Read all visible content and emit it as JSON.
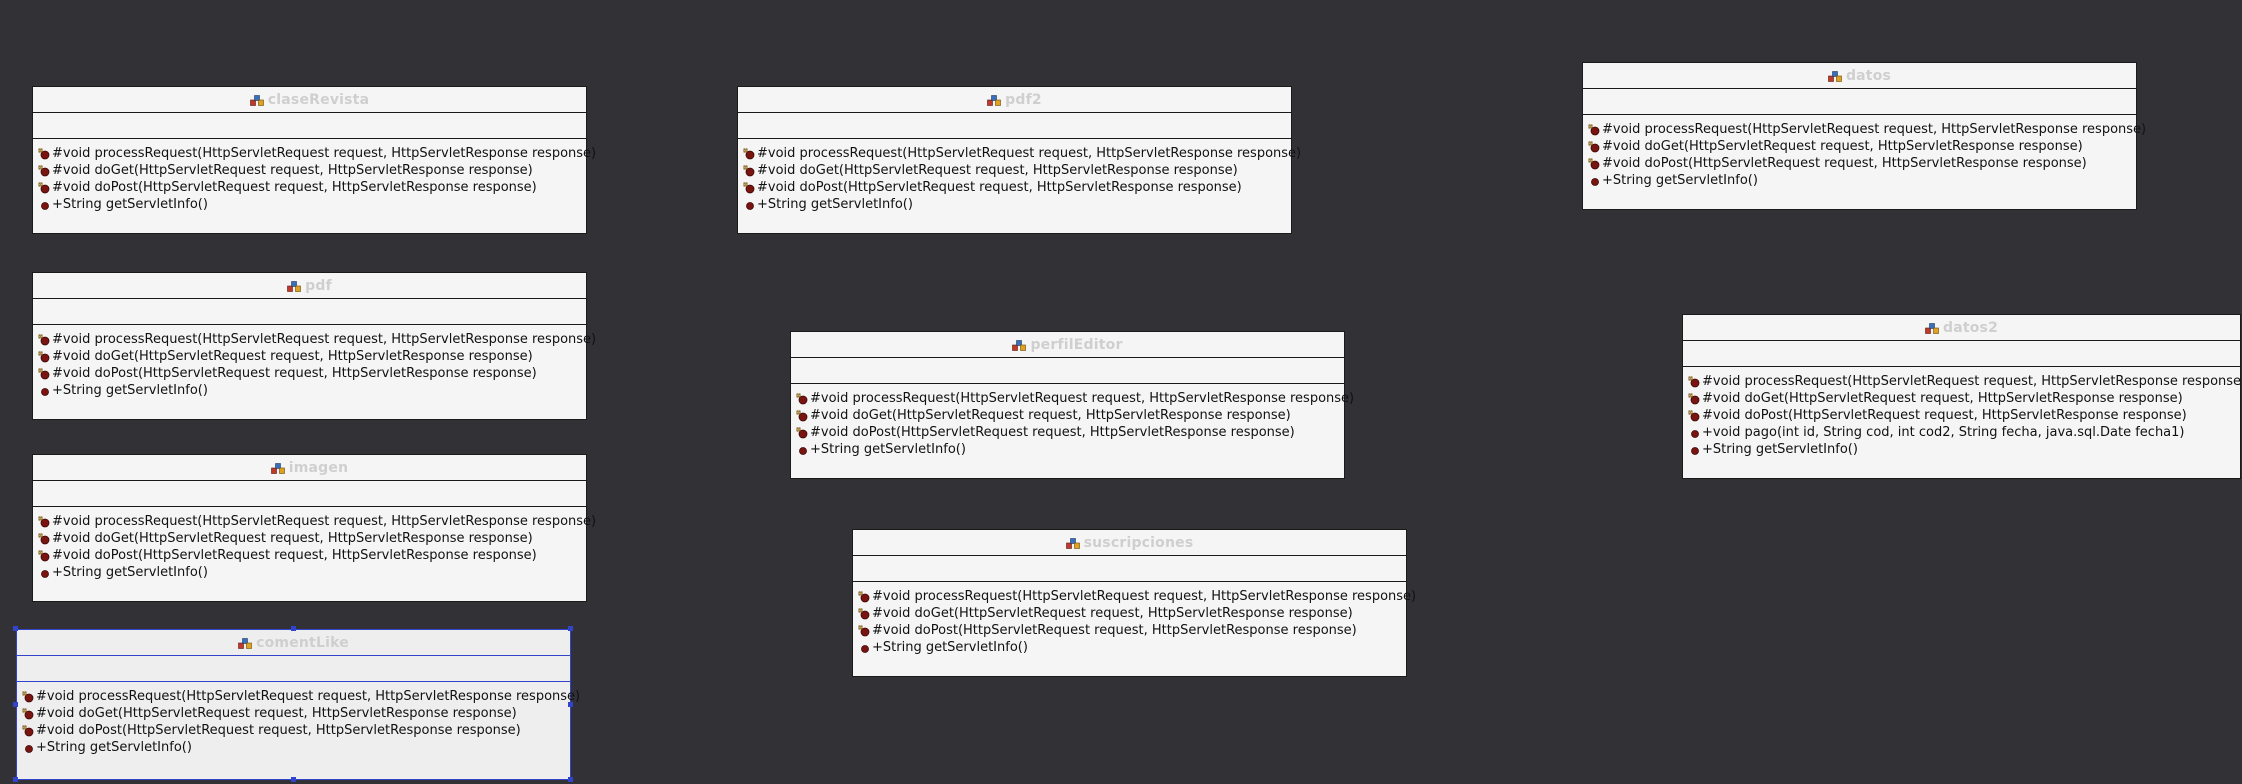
{
  "colors": {
    "canvas": "#323136",
    "box": "#f5f5f5",
    "selection": "#3344cc",
    "method_dot": "#7a1410"
  },
  "icons": {
    "class": "class-icon",
    "protected_method": "protected-method-icon",
    "public_method": "public-method-icon"
  },
  "classes": [
    {
      "name": "claseRevista",
      "operations": [
        {
          "text": "#void processRequest(HttpServletRequest request, HttpServletResponse response)",
          "visibility": "protected"
        },
        {
          "text": "#void doGet(HttpServletRequest request, HttpServletResponse response)",
          "visibility": "protected"
        },
        {
          "text": "#void doPost(HttpServletRequest request, HttpServletResponse response)",
          "visibility": "protected"
        },
        {
          "text": "+String getServletInfo()",
          "visibility": "public"
        }
      ]
    },
    {
      "name": "pdf",
      "operations": [
        {
          "text": "#void processRequest(HttpServletRequest request, HttpServletResponse response)",
          "visibility": "protected"
        },
        {
          "text": "#void doGet(HttpServletRequest request, HttpServletResponse response)",
          "visibility": "protected"
        },
        {
          "text": "#void doPost(HttpServletRequest request, HttpServletResponse response)",
          "visibility": "protected"
        },
        {
          "text": "+String getServletInfo()",
          "visibility": "public"
        }
      ]
    },
    {
      "name": "imagen",
      "operations": [
        {
          "text": "#void processRequest(HttpServletRequest request, HttpServletResponse response)",
          "visibility": "protected"
        },
        {
          "text": "#void doGet(HttpServletRequest request, HttpServletResponse response)",
          "visibility": "protected"
        },
        {
          "text": "#void doPost(HttpServletRequest request, HttpServletResponse response)",
          "visibility": "protected"
        },
        {
          "text": "+String getServletInfo()",
          "visibility": "public"
        }
      ]
    },
    {
      "name": "comentLike",
      "selected": true,
      "operations": [
        {
          "text": "#void processRequest(HttpServletRequest request, HttpServletResponse response)",
          "visibility": "protected"
        },
        {
          "text": "#void doGet(HttpServletRequest request, HttpServletResponse response)",
          "visibility": "protected"
        },
        {
          "text": "#void doPost(HttpServletRequest request, HttpServletResponse response)",
          "visibility": "protected"
        },
        {
          "text": "+String getServletInfo()",
          "visibility": "public"
        }
      ]
    },
    {
      "name": "pdf2",
      "operations": [
        {
          "text": "#void processRequest(HttpServletRequest request, HttpServletResponse response)",
          "visibility": "protected"
        },
        {
          "text": "#void doGet(HttpServletRequest request, HttpServletResponse response)",
          "visibility": "protected"
        },
        {
          "text": "#void doPost(HttpServletRequest request, HttpServletResponse response)",
          "visibility": "protected"
        },
        {
          "text": "+String getServletInfo()",
          "visibility": "public"
        }
      ]
    },
    {
      "name": "perfilEditor",
      "operations": [
        {
          "text": "#void processRequest(HttpServletRequest request, HttpServletResponse response)",
          "visibility": "protected"
        },
        {
          "text": "#void doGet(HttpServletRequest request, HttpServletResponse response)",
          "visibility": "protected"
        },
        {
          "text": "#void doPost(HttpServletRequest request, HttpServletResponse response)",
          "visibility": "protected"
        },
        {
          "text": "+String getServletInfo()",
          "visibility": "public"
        }
      ]
    },
    {
      "name": "suscripciones",
      "operations": [
        {
          "text": "#void processRequest(HttpServletRequest request, HttpServletResponse response)",
          "visibility": "protected"
        },
        {
          "text": "#void doGet(HttpServletRequest request, HttpServletResponse response)",
          "visibility": "protected"
        },
        {
          "text": "#void doPost(HttpServletRequest request, HttpServletResponse response)",
          "visibility": "protected"
        },
        {
          "text": "+String getServletInfo()",
          "visibility": "public"
        }
      ]
    },
    {
      "name": "datos",
      "operations": [
        {
          "text": "#void processRequest(HttpServletRequest request, HttpServletResponse response)",
          "visibility": "protected"
        },
        {
          "text": "#void doGet(HttpServletRequest request, HttpServletResponse response)",
          "visibility": "protected"
        },
        {
          "text": "#void doPost(HttpServletRequest request, HttpServletResponse response)",
          "visibility": "protected"
        },
        {
          "text": "+String getServletInfo()",
          "visibility": "public"
        }
      ]
    },
    {
      "name": "datos2",
      "operations": [
        {
          "text": "#void processRequest(HttpServletRequest request, HttpServletResponse response)",
          "visibility": "protected"
        },
        {
          "text": "#void doGet(HttpServletRequest request, HttpServletResponse response)",
          "visibility": "protected"
        },
        {
          "text": "#void doPost(HttpServletRequest request, HttpServletResponse response)",
          "visibility": "protected"
        },
        {
          "text": "+void pago(int id, String cod, int cod2, String fecha, java.sql.Date fecha1)",
          "visibility": "public"
        },
        {
          "text": "+String getServletInfo()",
          "visibility": "public"
        }
      ]
    }
  ]
}
